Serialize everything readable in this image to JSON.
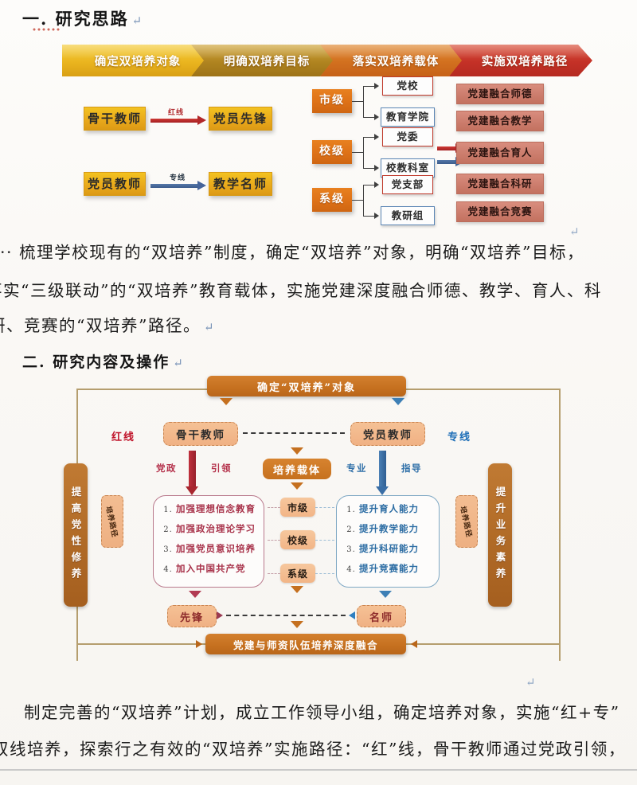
{
  "document": {
    "section1_heading": "一. 研究思路",
    "section2_heading": "二. 研究内容及操作",
    "paragraph1": "··· 梳理学校现有的“双培养”制度，确定“双培养”对象，明确“双培养”目标，",
    "paragraph2": "落实“三级联动”的“双培养”教育载体，实施党建深度融合师德、教学、育人、科",
    "paragraph3": "研、竞赛的“双培养”路径。",
    "paragraph4": "制定完善的“双培养”计划，成立工作领导小组，确定培养对象，实施“红+专”",
    "paragraph5": "双线培养，探索行之有效的“双培养”实施路径：“红”线，骨干教师通过党政引领，",
    "pilcrow": "↵"
  },
  "figure1": {
    "chevrons": [
      {
        "label": "确定双培养对象",
        "color": "#ecb31c"
      },
      {
        "label": "明确双培养目标",
        "color": "#b8891f"
      },
      {
        "label": "落实双培养载体",
        "color": "#d2702a"
      },
      {
        "label": "实施双培养路径",
        "color": "#c4352b"
      }
    ],
    "source_boxes": [
      {
        "label": "骨干教师"
      },
      {
        "label": "党员教师"
      }
    ],
    "target_boxes": [
      {
        "label": "党员先锋"
      },
      {
        "label": "教学名师"
      }
    ],
    "arrow_labels": {
      "red": "红线",
      "blue": "专线"
    },
    "levels": [
      {
        "label": "市级",
        "children": [
          {
            "label": "党校",
            "style": "red"
          },
          {
            "label": "教育学院",
            "style": "blue"
          }
        ]
      },
      {
        "label": "校级",
        "children": [
          {
            "label": "党委",
            "style": "red"
          },
          {
            "label": "校教科室",
            "style": "blue"
          }
        ]
      },
      {
        "label": "系级",
        "children": [
          {
            "label": "党支部",
            "style": "red"
          },
          {
            "label": "教研组",
            "style": "blue"
          }
        ]
      }
    ],
    "fusion_boxes": [
      {
        "label": "党建融合师德"
      },
      {
        "label": "党建融合教学"
      },
      {
        "label": "党建融合育人"
      },
      {
        "label": "党建融合科研"
      },
      {
        "label": "党建融合竞赛"
      }
    ]
  },
  "figure2": {
    "top_bar": "确定“双培养”对象",
    "bottom_bar": "党建与师资队伍培养深度融合",
    "left_line_label": "红线",
    "right_line_label": "专线",
    "left_person": "骨干教师",
    "right_person": "党员教师",
    "carrier": "培养载体",
    "left_arrow_label_1": "党政",
    "left_arrow_label_2": "引领",
    "right_arrow_label_1": "专业",
    "right_arrow_label_2": "指导",
    "left_sidebar": "提高党性修养",
    "right_sidebar": "提升业务素养",
    "path_tag_left": "培养路径",
    "path_tag_right": "培养路径",
    "red_list": [
      "加强理想信念教育",
      "加强政治理论学习",
      "加强党员意识培养",
      "加入中国共产党"
    ],
    "blue_list": [
      "提升育人能力",
      "提升教学能力",
      "提升科研能力",
      "提升竞赛能力"
    ],
    "levels": [
      "市级",
      "校级",
      "系级"
    ],
    "result_left": "先锋",
    "result_right": "名师"
  }
}
